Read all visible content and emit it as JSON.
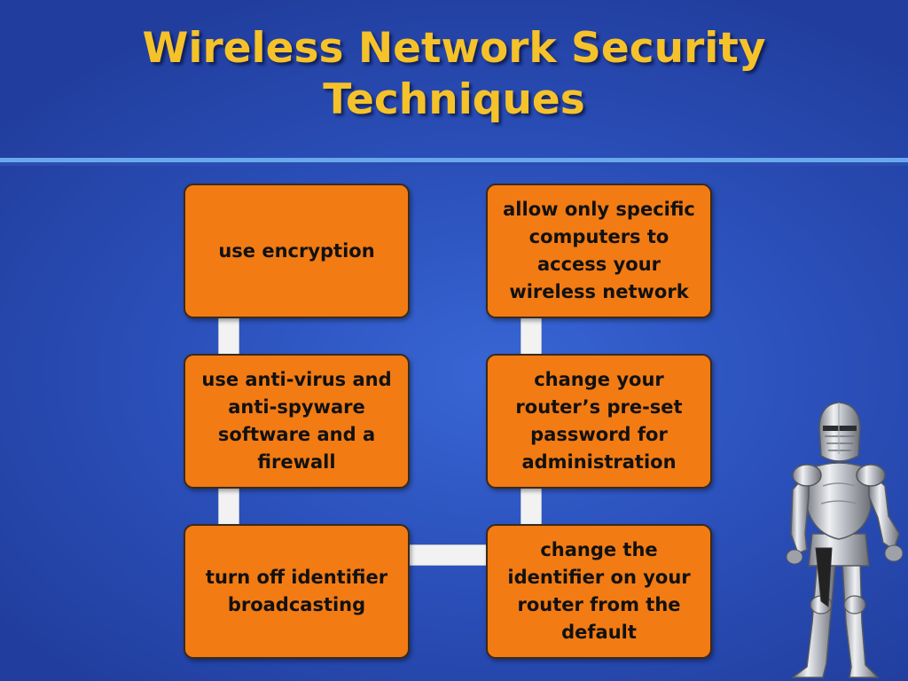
{
  "slide": {
    "title_line1": "Wireless Network Security",
    "title_line2": "Techniques"
  },
  "boxes": [
    {
      "label": "use encryption"
    },
    {
      "label": "use anti-virus and anti-spyware software and a firewall"
    },
    {
      "label": "turn off identifier broadcasting"
    },
    {
      "label": "allow only specific computers to access your wireless network"
    },
    {
      "label": "change your router’s pre-set password for administration"
    },
    {
      "label": "change the identifier on your router from the default"
    }
  ],
  "colors": {
    "background": "#2c52bd",
    "title": "#f5c22a",
    "box_fill": "#f27b14",
    "connector": "#f2f2f2"
  },
  "icons": {
    "illustration": "knight-in-armor"
  }
}
